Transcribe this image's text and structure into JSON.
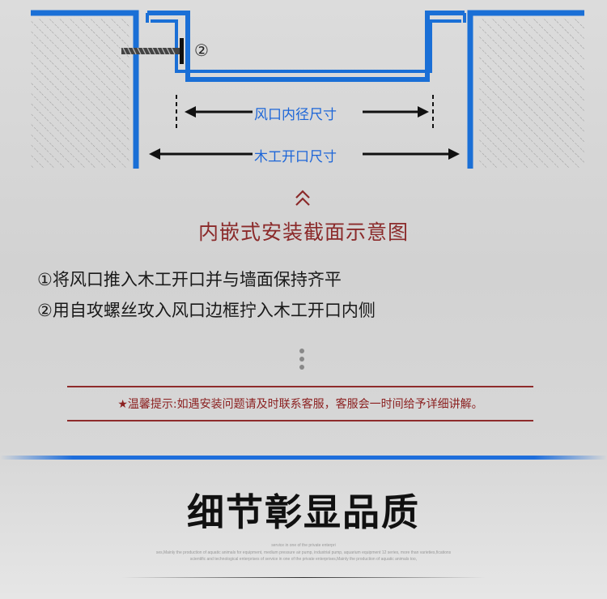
{
  "diagram": {
    "inner_dimension_label": "风口内径尺寸",
    "opening_dimension_label": "木工开口尺寸",
    "marker": "②",
    "frame_color": "#1a6fd6",
    "arrow_color": "#111111"
  },
  "title": "内嵌式安装截面示意图",
  "steps": [
    "①将风口推入木工开口并与墙面保持齐平",
    "②用自攻螺丝攻入风口边框拧入木工开口内侧"
  ],
  "tip": "★温馨提示:如遇安装问题请及时联系客服，客服会一时间给予详细讲解。",
  "section_heading": "细节彰显品质",
  "fine_print": [
    "service in one of the private enterpri",
    "ses,Mainly the production of aquatic animals for equipment, medium pressure air pump, industrial pump, aquarium equipment 12 series, more than varieties,fications",
    "scientific and technological enterprises of service in one of the private enterprises,Mainly the production of aquatic animals too,"
  ]
}
